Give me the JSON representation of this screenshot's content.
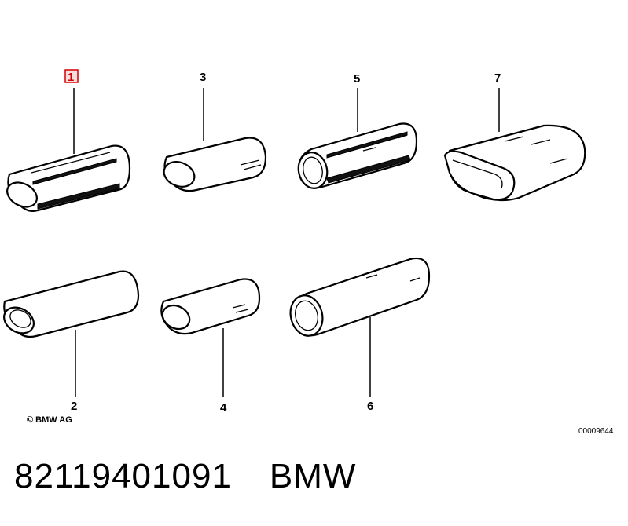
{
  "diagram": {
    "callouts": [
      {
        "id": "1",
        "label": "1",
        "highlighted": true
      },
      {
        "id": "2",
        "label": "2"
      },
      {
        "id": "3",
        "label": "3"
      },
      {
        "id": "4",
        "label": "4"
      },
      {
        "id": "5",
        "label": "5"
      },
      {
        "id": "6",
        "label": "6"
      },
      {
        "id": "7",
        "label": "7"
      }
    ],
    "copyright": "© BMW AG",
    "ref_code": "00009644",
    "highlight_color": "#d00000"
  },
  "footer": {
    "part_number": "82119401091",
    "brand": "BMW"
  }
}
